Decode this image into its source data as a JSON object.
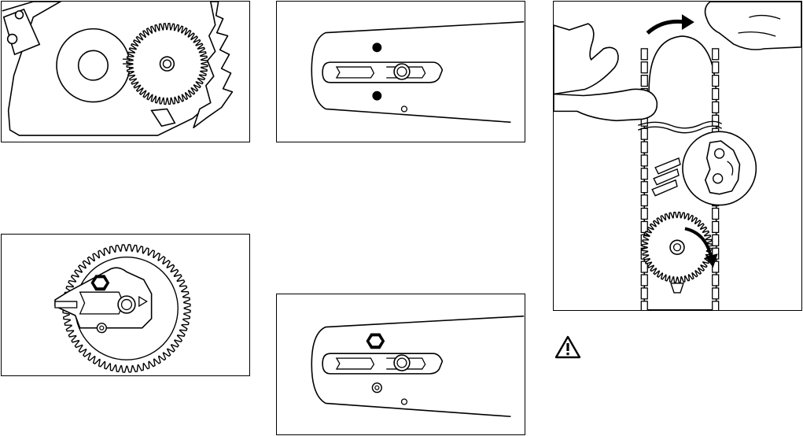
{
  "panels": [
    {
      "id": "p1",
      "figure": "chain-sprocket-housing"
    },
    {
      "id": "p2",
      "figure": "guide-bar-mounting-slot-with-pins"
    },
    {
      "id": "p3",
      "figure": "chain-tensioning-by-hand-with-sprocket-and-drive-link-inset"
    },
    {
      "id": "p4",
      "figure": "tensioner-gear-with-hex-nut"
    },
    {
      "id": "p5",
      "figure": "guide-bar-slot-with-hex-nut"
    }
  ],
  "icons": {
    "warning": "warning-triangle-icon"
  },
  "colors": {
    "line": "#000000",
    "fill": "#ffffff"
  }
}
